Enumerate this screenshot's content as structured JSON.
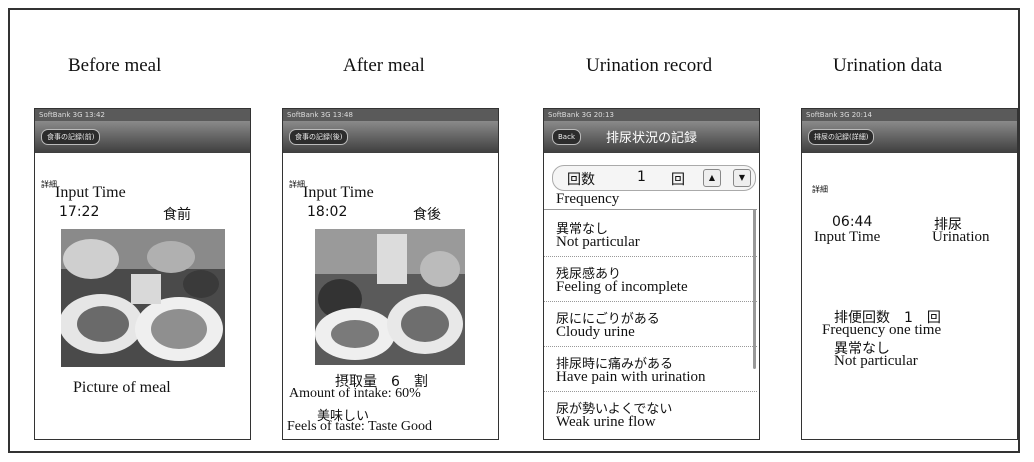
{
  "columns": {
    "before": "Before meal",
    "after": "After meal",
    "urination_record": "Urination record",
    "urination_data": "Urination data"
  },
  "before_screen": {
    "status": "SoftBank 3G 13:42",
    "back_button": "食事の記録(前)",
    "detail": "詳細",
    "input_time_label": "Input Time",
    "time": "17:22",
    "meal_label": "食前",
    "caption": "Picture of meal"
  },
  "after_screen": {
    "status": "SoftBank 3G 13:48",
    "back_button": "食事の記録(後)",
    "detail": "詳細",
    "input_time_label": "Input Time",
    "time": "18:02",
    "meal_label": "食後",
    "intake_jp": "摂取量　6　割",
    "intake_en": "Amount of intake: 60%",
    "taste_jp": "美味しい",
    "taste_en": "Feels of taste: Taste Good"
  },
  "record_screen": {
    "status": "SoftBank 3G 20:13",
    "back_button": "Back",
    "title": "排尿状況の記録",
    "count_label": "回数",
    "count_value": "1",
    "count_unit": "回",
    "up_icon": "▲",
    "down_icon": "▼",
    "frequency_label": "Frequency",
    "options": [
      {
        "jp": "異常なし",
        "en": "Not particular"
      },
      {
        "jp": "残尿感あり",
        "en": "Feeling of incomplete"
      },
      {
        "jp": "尿ににごりがある",
        "en": "Cloudy urine"
      },
      {
        "jp": "排尿時に痛みがある",
        "en": "Have pain with urination"
      },
      {
        "jp": "尿が勢いよくでない",
        "en": "Weak urine flow"
      }
    ]
  },
  "data_screen": {
    "status": "SoftBank 3G 20:14",
    "back_button": "排尿の記録(詳細)",
    "detail": "詳細",
    "time": "06:44",
    "type_jp": "排尿",
    "input_time_label": "Input Time",
    "type_en": "Urination",
    "freq_jp": "排便回数　1　回",
    "freq_en": "Frequency  one time",
    "status_jp": "異常なし",
    "status_en": "Not particular"
  }
}
